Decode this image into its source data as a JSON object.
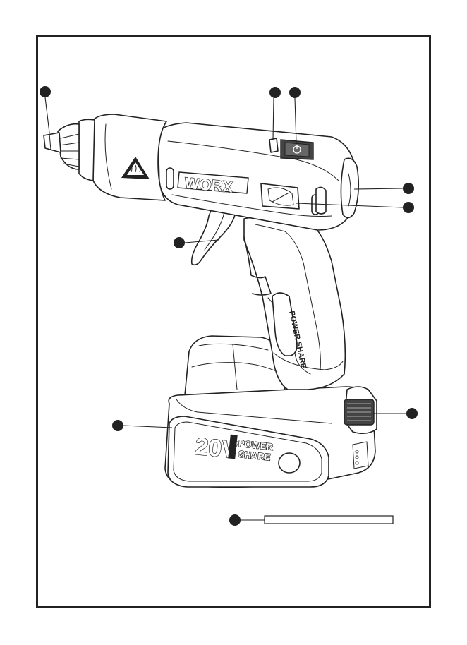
{
  "brand": {
    "logo": "WORX",
    "handle_text": "POWER SHARE",
    "battery_voltage": "20V",
    "battery_line1": "POWER",
    "battery_line2": "SHARE"
  }
}
